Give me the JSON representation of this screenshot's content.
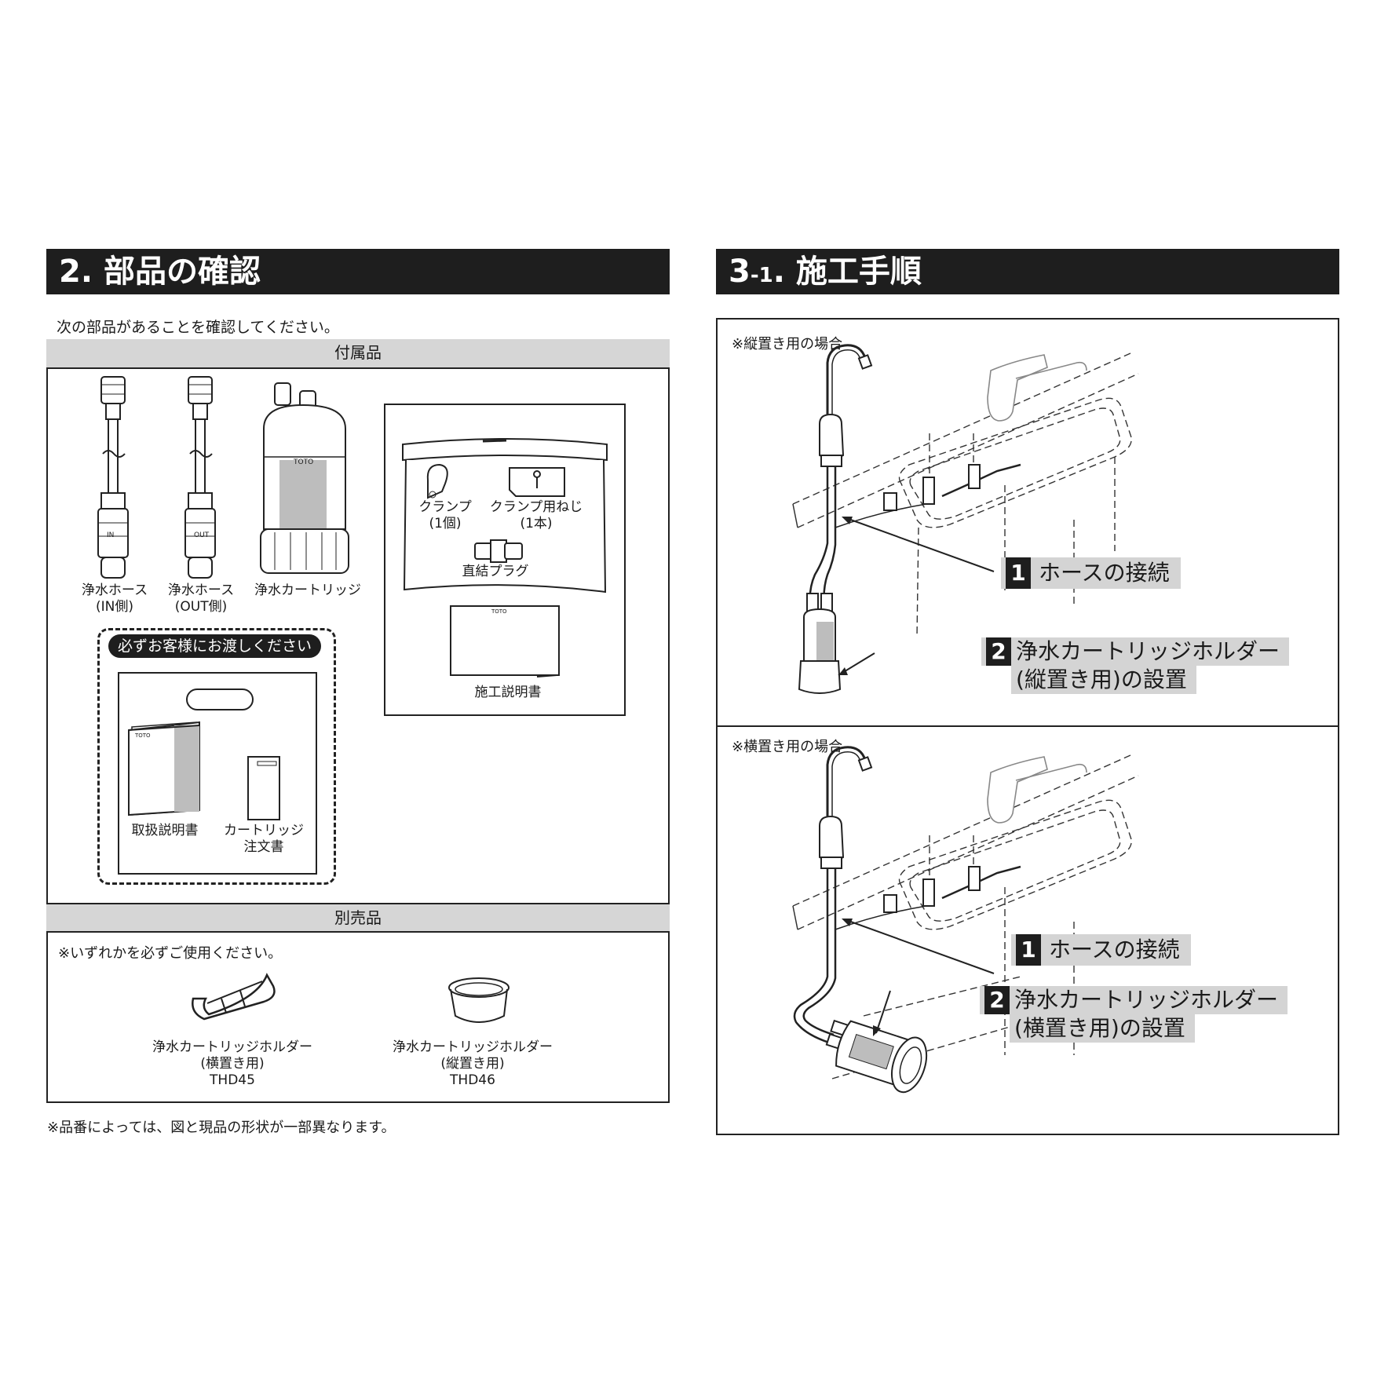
{
  "left": {
    "title_num": "2.",
    "title_text": "部品の確認",
    "intro": "次の部品があることを確認してください。",
    "included_header": "付属品",
    "parts": {
      "hose_in": [
        "浄水ホース",
        "(IN側)"
      ],
      "hose_out": [
        "浄水ホース",
        "(OUT側)"
      ],
      "cartridge": "浄水カートリッジ",
      "clamp": [
        "クランプ",
        "(1個)"
      ],
      "clamp_screw": [
        "クランプ用ねじ",
        "(1本)"
      ],
      "plug": "直結プラグ",
      "install_manual": "施工説明書",
      "user_manual": "取扱説明書",
      "order_form": [
        "カートリッジ",
        "注文書"
      ]
    },
    "brand_mark": "TOTO",
    "hose_in_tag": "IN",
    "hose_out_tag": "OUT",
    "customer_badge": "必ずお客様にお渡しください",
    "separate_header": "別売品",
    "separate_note": "※いずれかを必ずご使用ください。",
    "holders": [
      {
        "name": "浄水カートリッジホルダー",
        "type": "(横置き用)",
        "model": "THD45"
      },
      {
        "name": "浄水カートリッジホルダー",
        "type": "(縦置き用)",
        "model": "THD46"
      }
    ],
    "footnote": "※品番によっては、図と現品の形状が一部異なります。"
  },
  "right": {
    "title_num": "3",
    "title_sub": "-1",
    "title_dot": ".",
    "title_text": "施工手順",
    "panel_vertical": {
      "note": "※縦置き用の場合",
      "step1_num": "1",
      "step1": "ホースの接続",
      "step2_num": "2",
      "step2_line1": "浄水カートリッジホルダー",
      "step2_line2": "(縦置き用)の設置"
    },
    "panel_horizontal": {
      "note": "※横置き用の場合",
      "step1_num": "1",
      "step1": "ホースの接続",
      "step2_num": "2",
      "step2_line1": "浄水カートリッジホルダー",
      "step2_line2": "(横置き用)の設置"
    }
  }
}
